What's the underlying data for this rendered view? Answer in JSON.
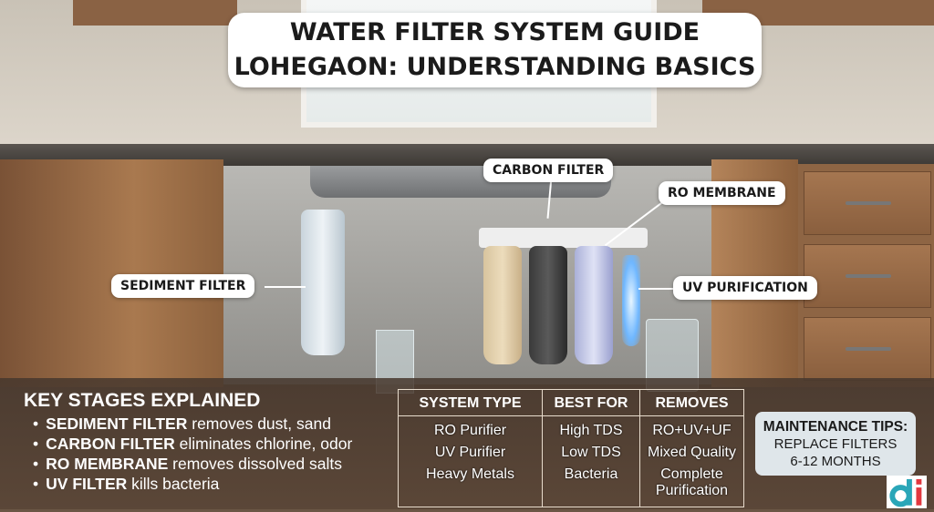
{
  "title": {
    "line1": "WATER FILTER SYSTEM GUIDE",
    "line2": "LOHEGAON: UNDERSTANDING BASICS"
  },
  "labels": {
    "carbon": "CARBON FILTER",
    "ro": "RO MEMBRANE",
    "sediment": "SEDIMENT FILTER",
    "uv": "UV PURIFICATION"
  },
  "stages": {
    "heading": "KEY STAGES EXPLAINED",
    "items": [
      {
        "bold": "SEDIMENT FILTER",
        "text": " removes dust, sand"
      },
      {
        "bold": "CARBON FILTER",
        "text": " eliminates chlorine, odor"
      },
      {
        "bold": "RO MEMBRANE",
        "text": " removes dissolved salts"
      },
      {
        "bold": "UV FILTER",
        "text": " kills bacteria"
      }
    ]
  },
  "table": {
    "headers": [
      "SYSTEM TYPE",
      "BEST FOR",
      "REMOVES"
    ],
    "rows": [
      [
        "RO Purifier",
        "High TDS",
        "RO+UV+UF"
      ],
      [
        "UV Purifier",
        "Low TDS",
        "Mixed Quality"
      ],
      [
        "Heavy Metals",
        "Bacteria",
        "Complete Purification"
      ]
    ]
  },
  "tips": {
    "heading": "MAINTENANCE TIPS:",
    "line1": "REPLACE FILTERS",
    "line2": "6-12 MONTHS"
  },
  "logo": {
    "text": "di",
    "colors": {
      "d": "#2aa6b8",
      "i": "#e2383f"
    }
  }
}
